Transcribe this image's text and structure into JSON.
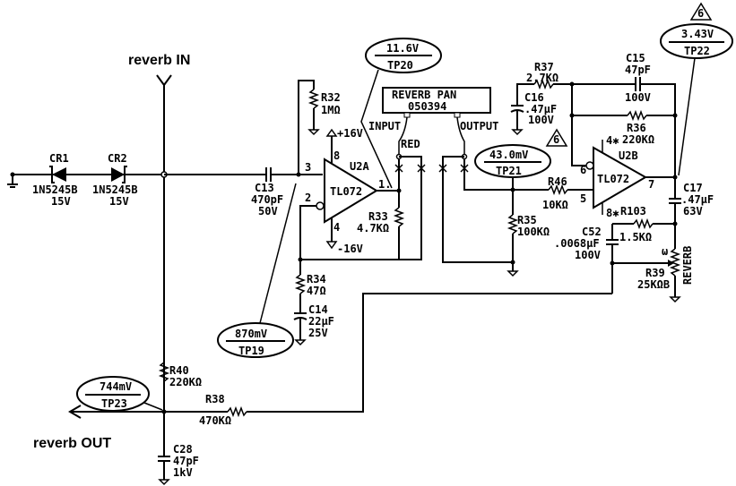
{
  "signals": {
    "reverb_in": "reverb IN",
    "reverb_out": "reverb OUT"
  },
  "diodes": [
    {
      "ref": "CR1",
      "part": "1N5245B",
      "rating": "15V"
    },
    {
      "ref": "CR2",
      "part": "1N5245B",
      "rating": "15V"
    }
  ],
  "capacitors": {
    "c13": {
      "ref": "C13",
      "value": "470pF",
      "rating": "50V"
    },
    "c14": {
      "ref": "C14",
      "value": "22µF",
      "rating": "25V"
    },
    "c15": {
      "ref": "C15",
      "value": "47pF",
      "rating": "100V"
    },
    "c16": {
      "ref": "C16",
      "value": ".47µF",
      "rating": "100V"
    },
    "c17": {
      "ref": "C17",
      "value": ".47µF",
      "rating": "63V"
    },
    "c28": {
      "ref": "C28",
      "value": "47pF",
      "rating": "1kV"
    },
    "c52": {
      "ref": "C52",
      "value": ".0068µF",
      "rating": "100V"
    }
  },
  "resistors": {
    "r32": {
      "ref": "R32",
      "value": "1MΩ"
    },
    "r33": {
      "ref": "R33",
      "value": "4.7KΩ"
    },
    "r34": {
      "ref": "R34",
      "value": "47Ω"
    },
    "r35": {
      "ref": "R35",
      "value": "100KΩ"
    },
    "r36": {
      "ref": "R36",
      "value": "220KΩ"
    },
    "r37": {
      "ref": "R37",
      "value": "2.7KΩ"
    },
    "r38": {
      "ref": "R38",
      "value": "470KΩ"
    },
    "r39": {
      "ref": "R39",
      "value": "25KΩB",
      "pot_label": "REVERB",
      "wiper_mark": "ω"
    },
    "r40": {
      "ref": "R40",
      "value": "220KΩ"
    },
    "r46": {
      "ref": "R46",
      "value": "10KΩ"
    },
    "r103": {
      "ref": "R103",
      "value": "1.5KΩ"
    }
  },
  "opamps": {
    "u2a": {
      "ref": "U2A",
      "part": "TL072",
      "pins": {
        "noninv": "3",
        "inv": "2",
        "out": "1.",
        "vplus": "8",
        "vminus": "4"
      },
      "vplus_label": "+16V",
      "vminus_label": "-16V"
    },
    "u2b": {
      "ref": "U2B",
      "part": "TL072",
      "pins": {
        "inv": "6",
        "noninv": "5",
        "out": "7",
        "p4": "4✱",
        "p8": "8✱"
      }
    }
  },
  "reverb_pan": {
    "title": "REVERB PAN",
    "part_no": "050394",
    "input_label": "INPUT",
    "output_label": "OUTPUT",
    "wire_label": "RED"
  },
  "test_points": [
    {
      "id": "TP19",
      "voltage": "870mV"
    },
    {
      "id": "TP20",
      "voltage": "11.6V"
    },
    {
      "id": "TP21",
      "voltage": "43.0mV"
    },
    {
      "id": "TP22",
      "voltage": "3.43V"
    },
    {
      "id": "TP23",
      "voltage": "744mV"
    }
  ],
  "notes": {
    "triangle_note": "6"
  }
}
